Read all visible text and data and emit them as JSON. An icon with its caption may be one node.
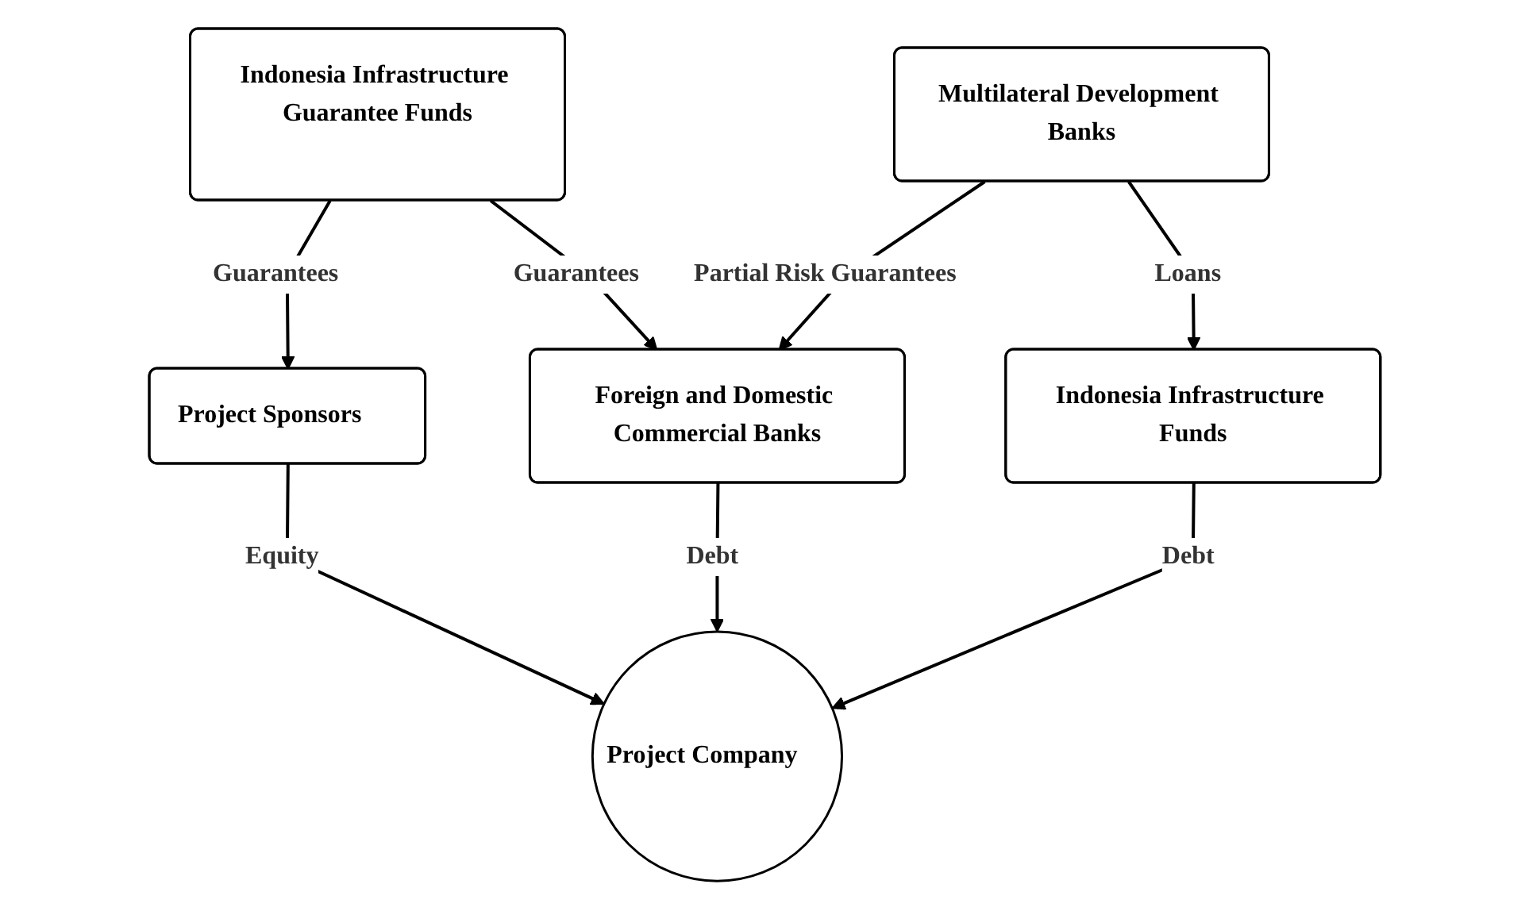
{
  "diagram": {
    "nodes": [
      {
        "text": [
          "Indonesia Infrastructure Guarantee Funds"
        ]
      },
      {
        "text": [
          "Multilateral Development Banks"
        ]
      },
      {
        "text": [
          "Project Sponsors"
        ]
      },
      {
        "text": [
          "Foreign and Domestic Commercial Banks"
        ]
      },
      {
        "text": [
          "Indonesia Infrastructure Funds"
        ]
      },
      {
        "text": [
          "Project Company"
        ]
      }
    ],
    "edges": [
      {
        "from": 0,
        "to": 2,
        "arrow": "to",
        "label": "Guarantees"
      },
      {
        "from": 0,
        "to": 3,
        "arrow": "to",
        "label": "Guarantees"
      },
      {
        "from": 1,
        "to": 3,
        "arrow": "to",
        "label": "Partial Risk Guarantees"
      },
      {
        "from": 1,
        "to": 4,
        "arrow": "to",
        "label": "Loans"
      },
      {
        "from": 2,
        "to": 5,
        "arrow": "to",
        "label": "Equity"
      },
      {
        "from": 3,
        "to": 5,
        "arrow": "to",
        "label": "Debt"
      },
      {
        "from": 4,
        "to": 5,
        "arrow": "to",
        "label": "Debt"
      }
    ]
  }
}
